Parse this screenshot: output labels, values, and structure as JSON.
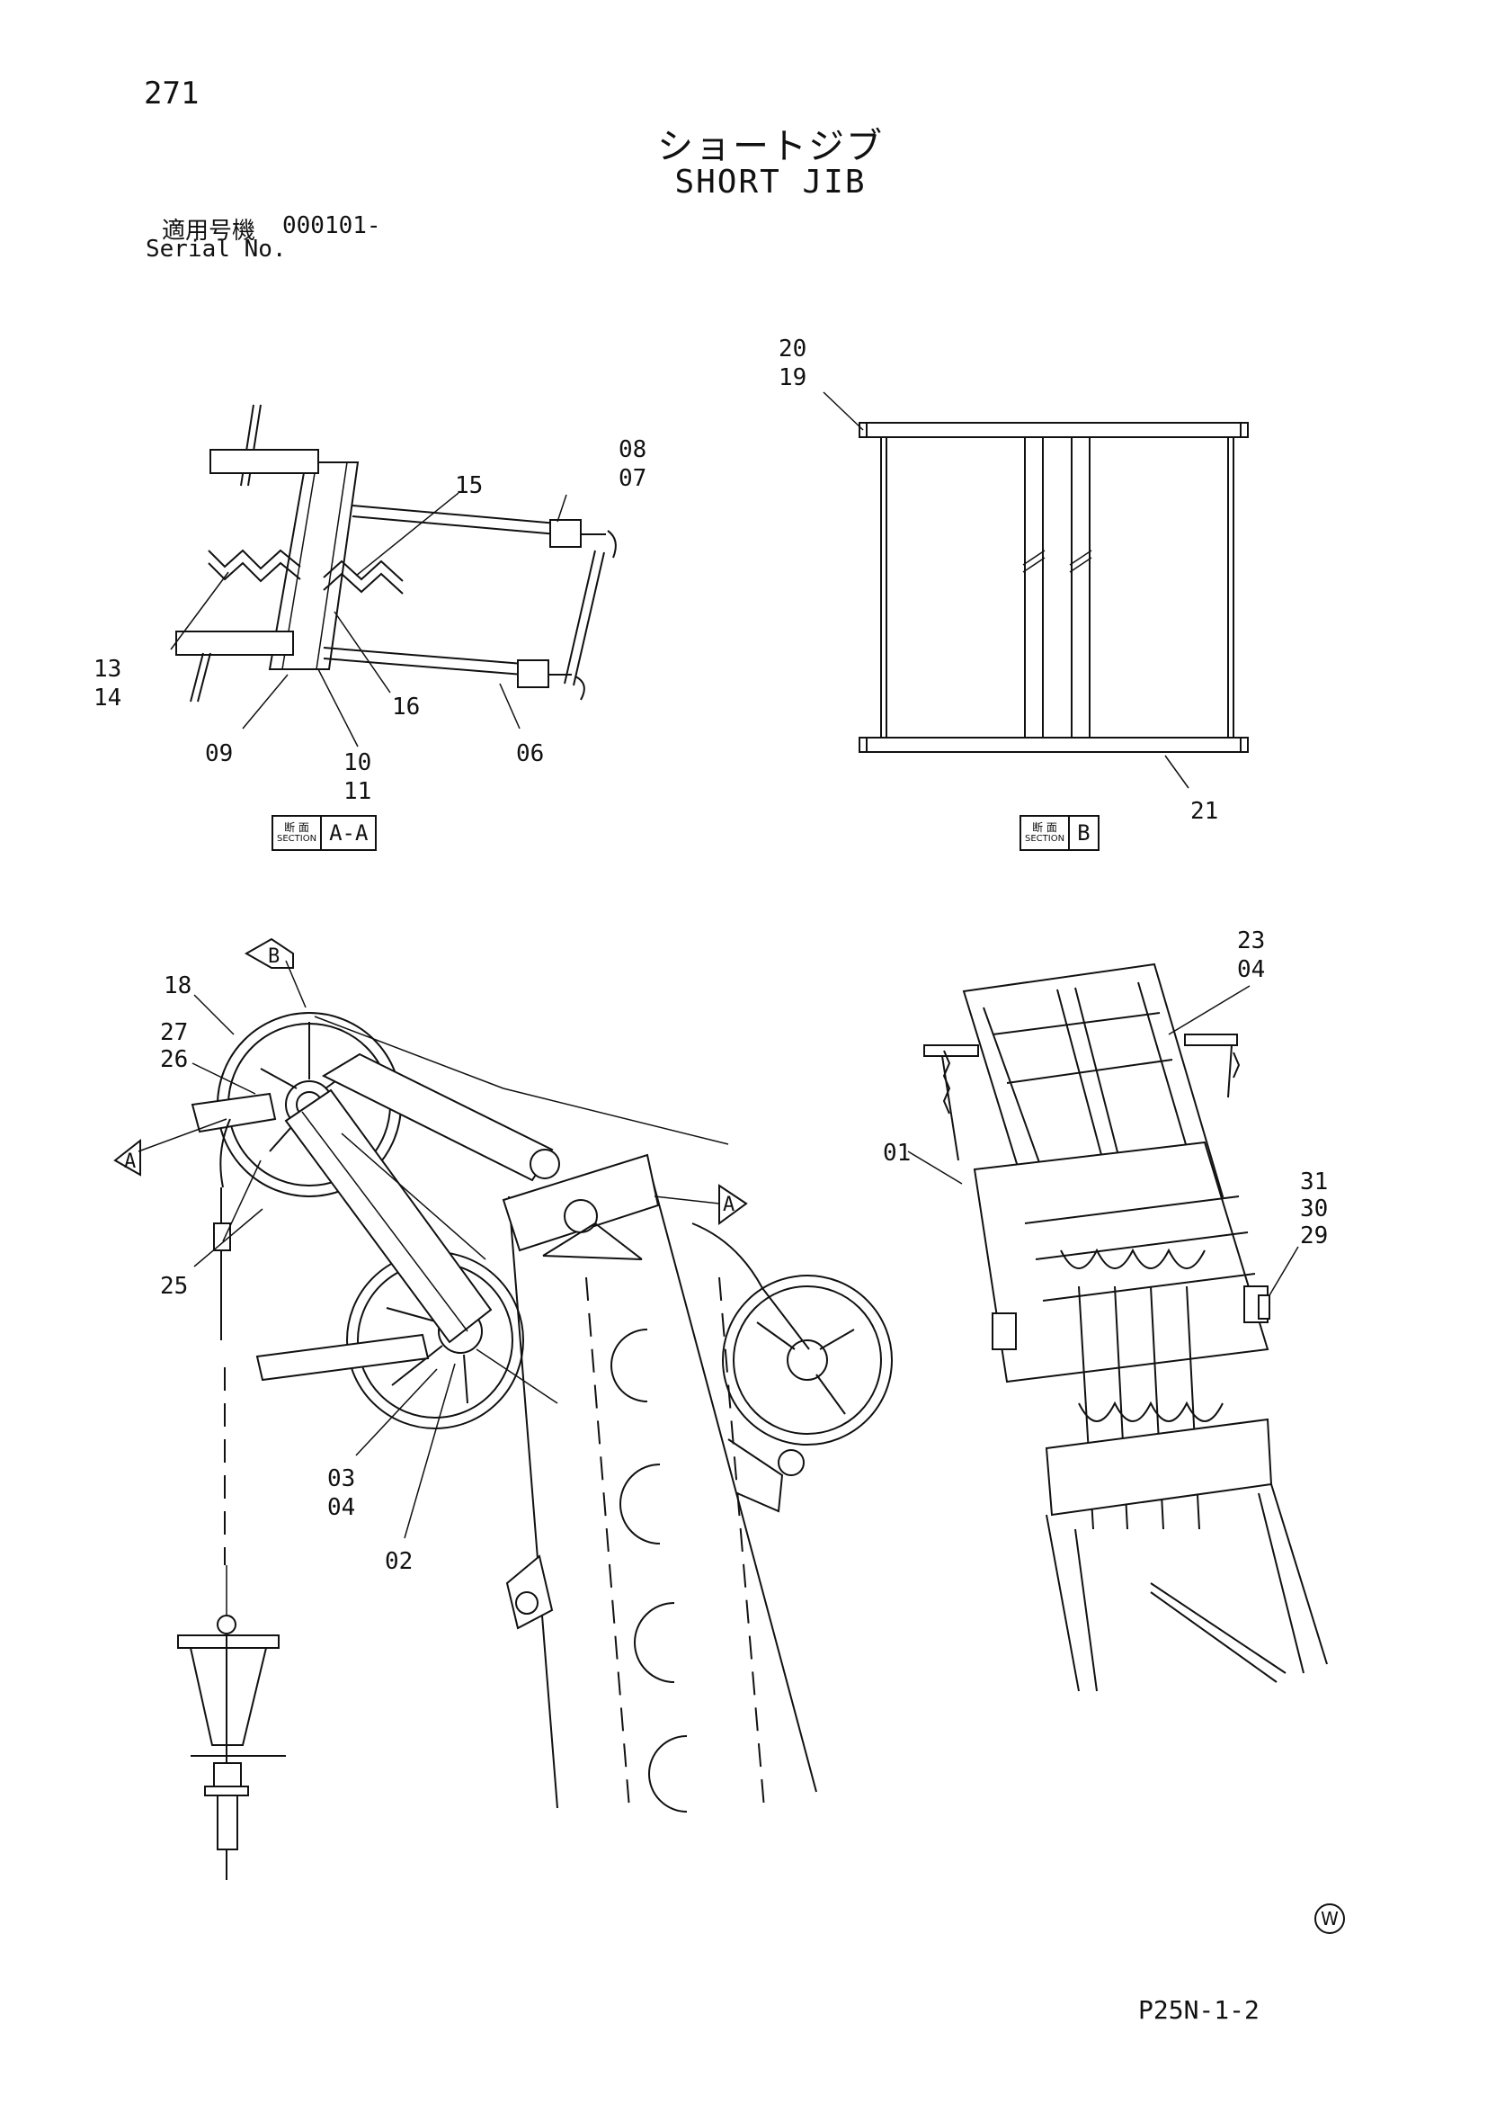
{
  "page_number": "271",
  "title_jp": "ショートジブ",
  "title_en": "SHORT JIB",
  "serial": {
    "label_jp": "適用号機",
    "value": "000101-",
    "label_en": "Serial No."
  },
  "section_tags": [
    {
      "jp": "断 面",
      "en": "SECTION",
      "name": "A-A"
    },
    {
      "jp": "断 面",
      "en": "SECTION",
      "name": "B"
    }
  ],
  "view_markers": {
    "A": "A",
    "B": "B"
  },
  "callouts": {
    "c01": "01",
    "c02": "02",
    "c03": "03",
    "c04a": "04",
    "c04b": "04",
    "c06": "06",
    "c07": "07",
    "c08": "08",
    "c09": "09",
    "c10": "10",
    "c11": "11",
    "c13": "13",
    "c14": "14",
    "c15": "15",
    "c16": "16",
    "c18": "18",
    "c19": "19",
    "c20": "20",
    "c21": "21",
    "c23": "23",
    "c25": "25",
    "c26": "26",
    "c27": "27",
    "c29": "29",
    "c30": "30",
    "c31": "31"
  },
  "w_mark": "W",
  "doc_code": "P25N-1-2"
}
